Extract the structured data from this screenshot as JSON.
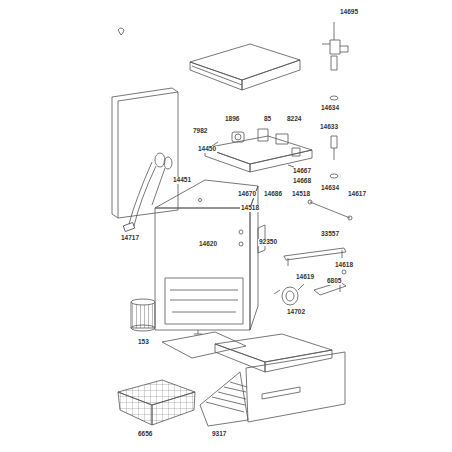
{
  "diagram": {
    "labels": [
      "14695",
      "14634",
      "14633",
      "14634",
      "7982",
      "1896",
      "85",
      "8224",
      "14450",
      "14451",
      "14667",
      "14668",
      "14670",
      "14686",
      "14518",
      "14617",
      "14717",
      "14518",
      "92350",
      "14620",
      "33557",
      "14619",
      "14618",
      "6805",
      "14702",
      "153",
      "6656",
      "9317"
    ]
  }
}
